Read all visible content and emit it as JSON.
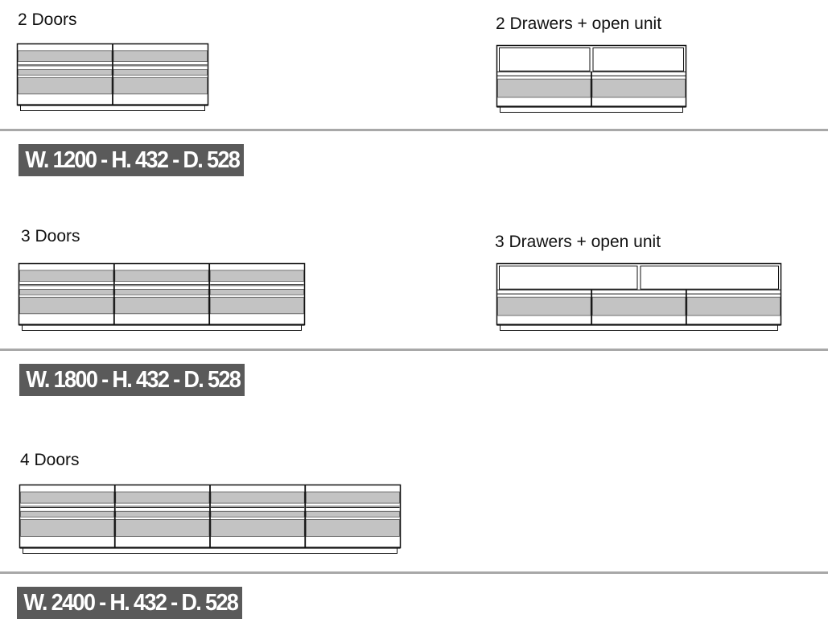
{
  "sections": [
    {
      "doors": {
        "label": "2 Doors",
        "count": 2
      },
      "drawers": {
        "label": "2 Drawers + open unit",
        "count": 2
      },
      "dimensions": "W. 1200 - H. 432 - D. 528"
    },
    {
      "doors": {
        "label": "3 Doors",
        "count": 3
      },
      "drawers": {
        "label": "3 Drawers + open unit",
        "count": 3
      },
      "dimensions": "W. 1800 - H. 432 - D. 528"
    },
    {
      "doors": {
        "label": "4 Doors",
        "count": 4
      },
      "dimensions": "W. 2400 - H. 432 - D. 528"
    }
  ],
  "colors": {
    "panel_fill": "#c3c3c3",
    "outline": "#111111",
    "divider": "#a8a8a8",
    "badge_bg": "#5a5a5a",
    "badge_text": "#ffffff"
  }
}
